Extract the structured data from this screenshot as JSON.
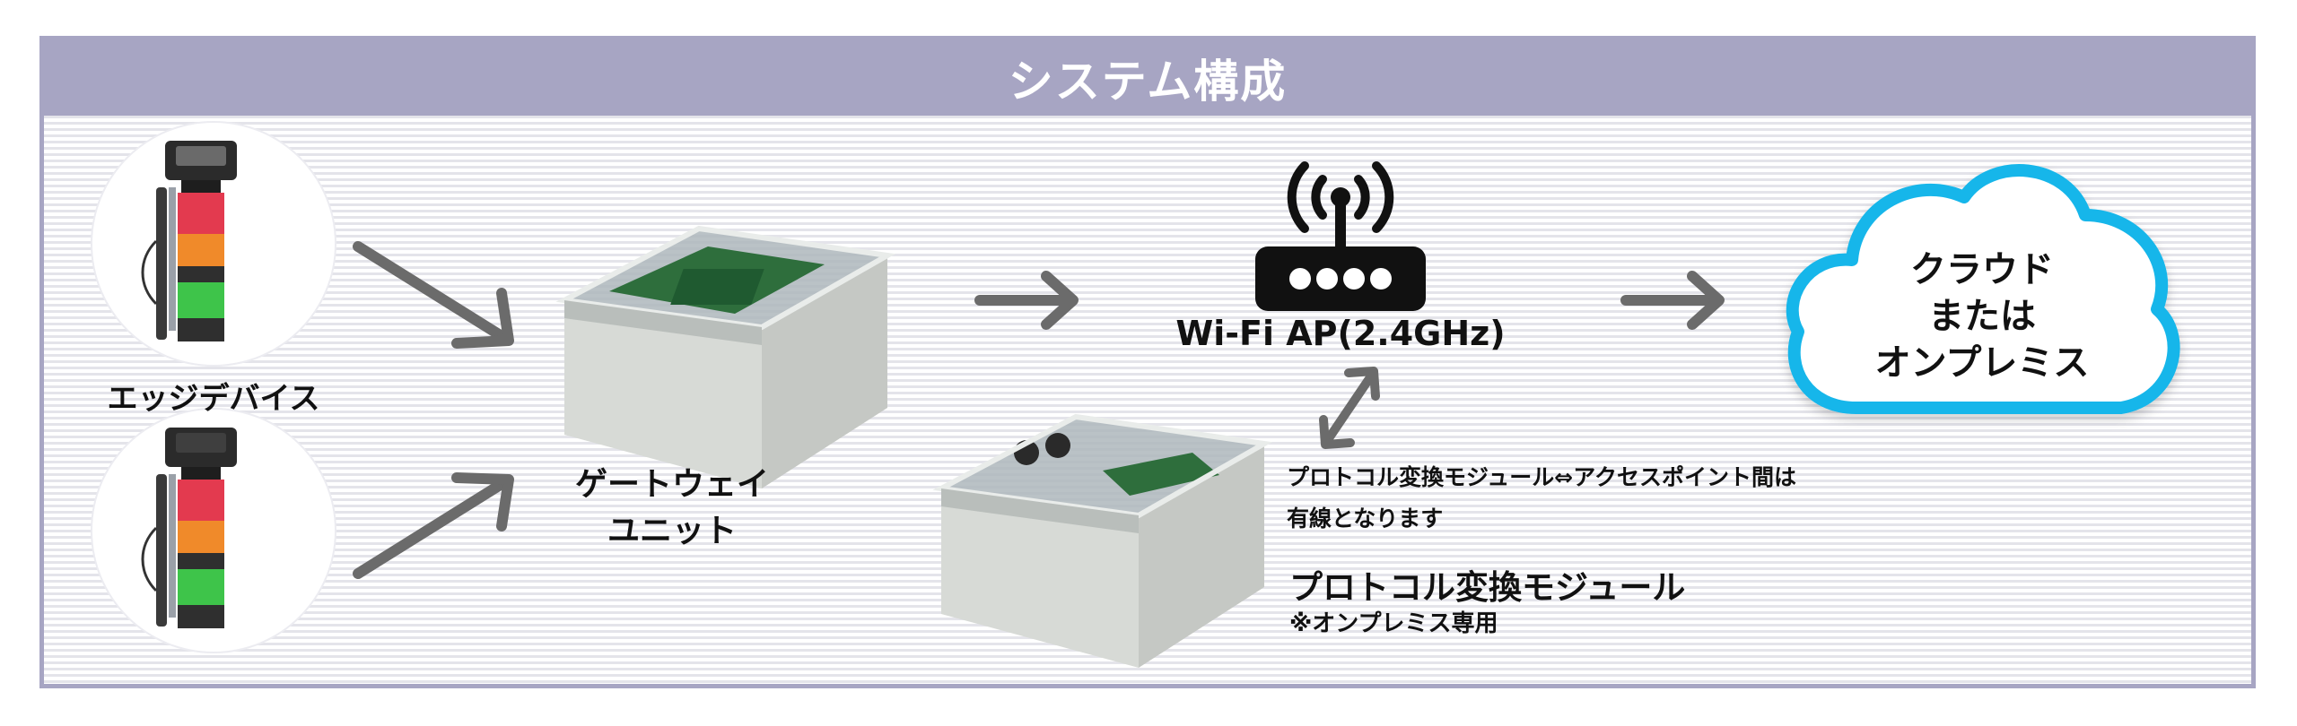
{
  "header": {
    "title": "システム構成"
  },
  "edge": {
    "label": "エッジデバイス"
  },
  "gateway": {
    "line1": "ゲートウェイ",
    "line2": "ユニット"
  },
  "wifi": {
    "label": "Wi-Fi AP(2.4GHz)"
  },
  "note": {
    "line1": "プロトコル変換モジュール⇔アクセスポイント間は",
    "line2": "有線となります"
  },
  "protocol_module": {
    "label": "プロトコル変換モジュール",
    "sub": "※オンプレミス専用"
  },
  "cloud": {
    "line1": "クラウド",
    "line2": "または",
    "line3": "オンプレミス"
  },
  "colors": {
    "header_bg": "#a7a5c3",
    "arrow": "#6b6b6b",
    "cloud_border": "#19b6ea",
    "icon": "#111111"
  },
  "icons": [
    "signal-tower-icon",
    "gateway-box-icon",
    "wifi-router-icon",
    "double-arrow-icon",
    "cloud-icon"
  ]
}
